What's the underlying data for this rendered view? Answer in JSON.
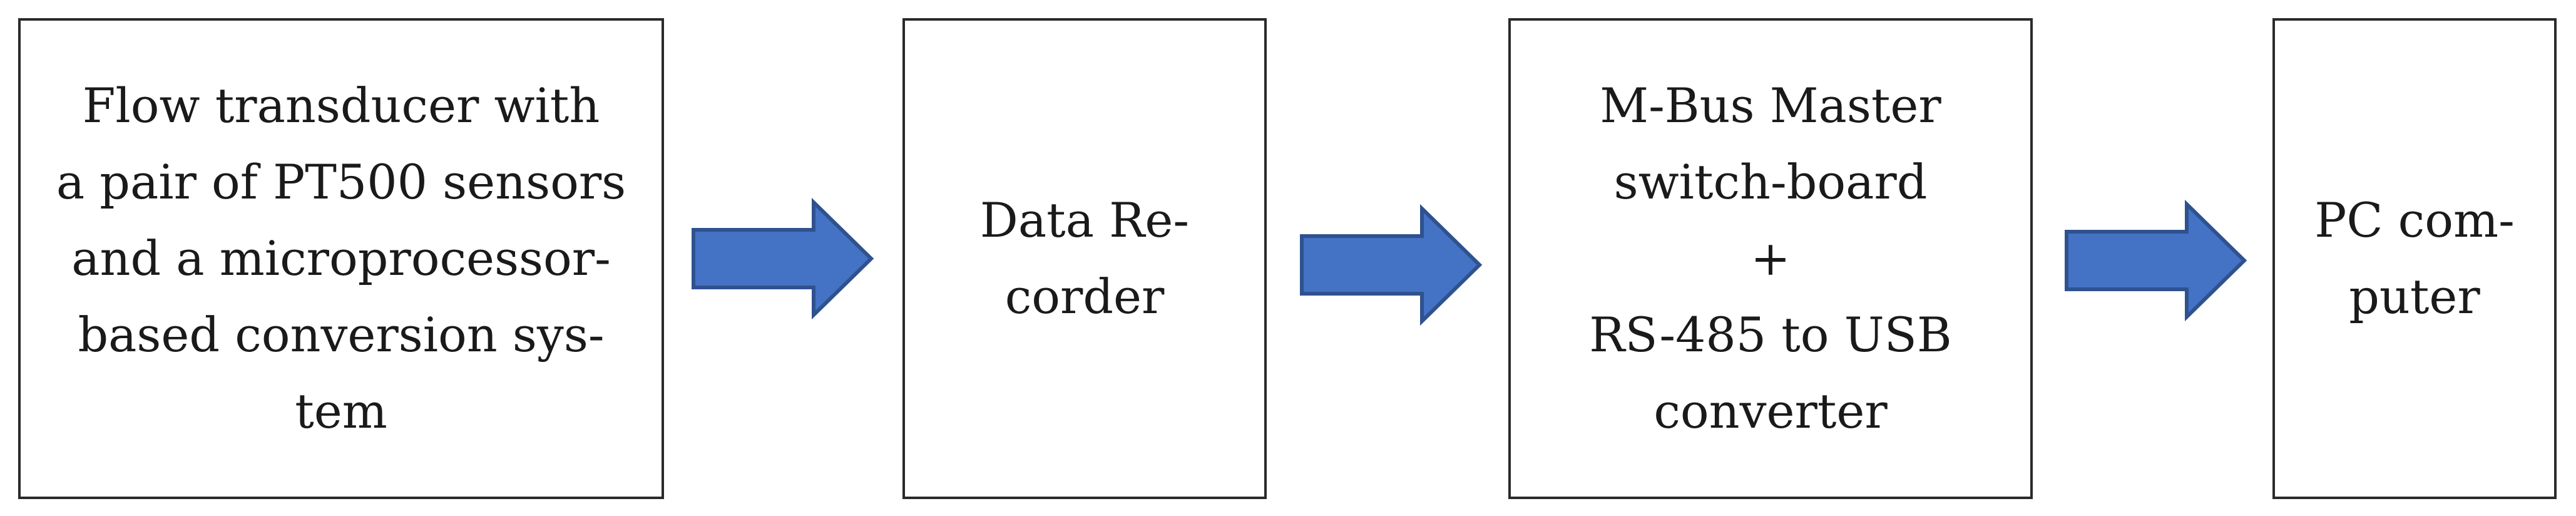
{
  "diagram": {
    "boxes": [
      {
        "id": "flow-transducer",
        "lines": [
          "Flow transducer with",
          "a pair of PT500 sensors",
          "and a microprocessor-",
          "based conversion sys-",
          "tem"
        ]
      },
      {
        "id": "data-recorder",
        "lines": [
          "Data Re-",
          "corder"
        ]
      },
      {
        "id": "mbus-master",
        "lines": [
          "M-Bus Master",
          "switch-board",
          "+",
          "RS-485 to USB",
          "converter"
        ]
      },
      {
        "id": "pc-computer",
        "lines": [
          "PC com-",
          "puter"
        ]
      }
    ],
    "arrow_fill": "#4472c4",
    "arrow_stroke": "#2f528f",
    "box_border": "#2a2a2a",
    "background": "#ffffff"
  }
}
